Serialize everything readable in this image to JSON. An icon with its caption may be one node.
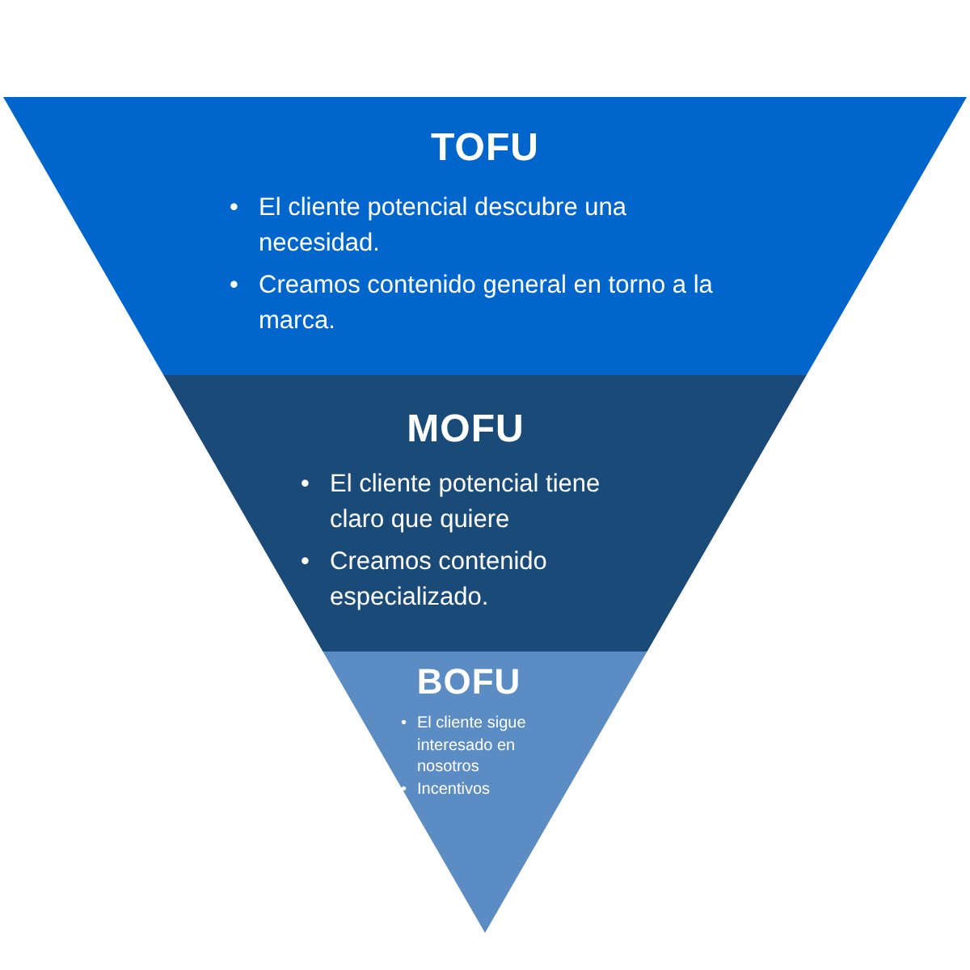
{
  "diagram": {
    "nodes": [
      {
        "text": [
          "TOFU",
          "El cliente potencial descubre una necesidad.",
          "Creamos contenido general en torno a la marca."
        ]
      },
      {
        "text": [
          "MOFU",
          "El cliente potencial tiene claro que quiere",
          "Creamos contenido especializado."
        ]
      },
      {
        "text": [
          "BOFU",
          "El cliente sigue interesado en nosotros",
          "Incentivos"
        ]
      }
    ],
    "labels": [
      "•",
      "•",
      "•",
      "•",
      "•",
      "•"
    ]
  }
}
